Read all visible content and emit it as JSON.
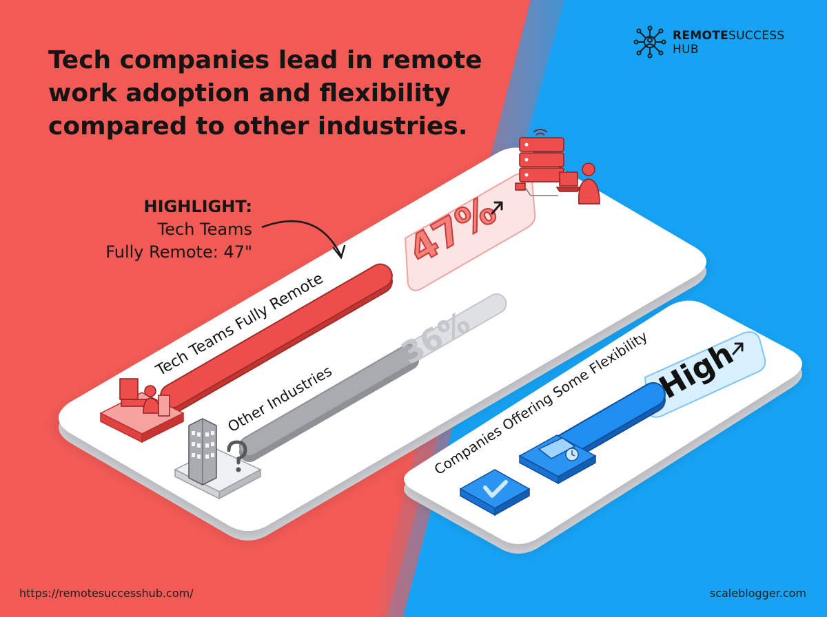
{
  "colors": {
    "red_bg": "#f25a55",
    "blue_bg": "#16a3f5",
    "tech_red": "#ee4e4b",
    "other_gray": "#a9abb1",
    "flex_blue": "#1f8ef0"
  },
  "headline": {
    "strong": "Tech companies",
    "rest": "lead in remote work adoption and flexibility compared to other industries."
  },
  "brand": {
    "name_bold": "REMOTE",
    "name_regular": "SUCCESS",
    "line2": "HUB",
    "icon": "network-person-icon"
  },
  "highlight": {
    "title": "HIGHLIGHT:",
    "line1": "Tech Teams",
    "line2": "Fully Remote: 47\""
  },
  "chart_data": {
    "type": "bar",
    "categories": [
      "Tech Teams Fully Remote",
      "Other Industries"
    ],
    "values": [
      47,
      36
    ],
    "value_labels": [
      "47%",
      "36%"
    ],
    "trend_icons": [
      "arrow-up-right-icon"
    ],
    "secondary": {
      "category": "Companies Offering Some Flexibility",
      "value_label": "High",
      "trend_icon": "arrow-up-right-icon"
    },
    "icons": {
      "tech": "person-at-desk-icon",
      "other": "office-building-question-icon",
      "server": "server-wifi-icon",
      "worker": "remote-worker-laptop-icon",
      "check": "checkmark-icon",
      "calendar": "calendar-clock-icon"
    }
  },
  "footer": {
    "left": "https://remotesuccesshub.com/",
    "right": "scaleblogger.com"
  }
}
